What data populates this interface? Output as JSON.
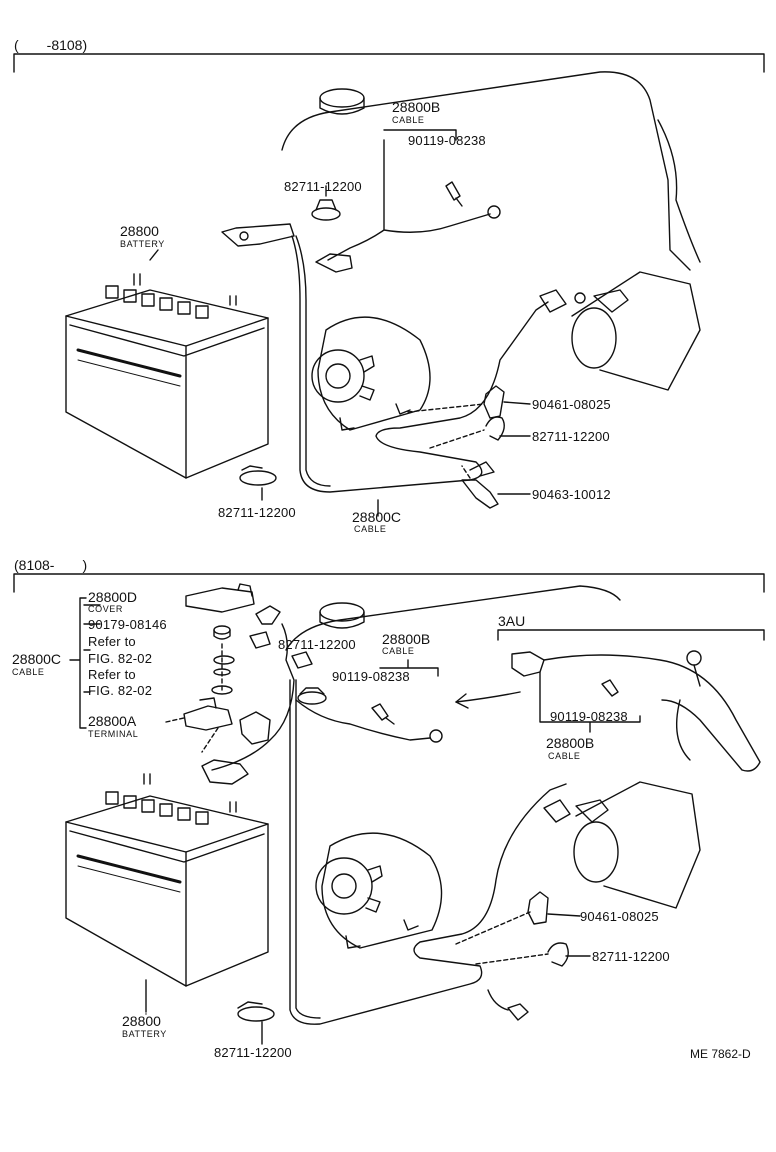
{
  "sections": {
    "top": {
      "range": "(　　-8108)"
    },
    "bottom": {
      "range": "(8108-　　)",
      "variant": "3AU"
    }
  },
  "top": {
    "battery": {
      "pn": "28800",
      "name": "BATTERY"
    },
    "cable_b": {
      "pn": "28800B",
      "name": "CABLE"
    },
    "bolt": "90119-08238",
    "clamp_top": "82711-12200",
    "clamp_r1": "90461-08025",
    "clamp_r2": "82711-12200",
    "clamp_r3": "90463-10012",
    "clamp_bottom": "82711-12200",
    "cable_c": {
      "pn": "28800C",
      "name": "CABLE"
    }
  },
  "bottom": {
    "cover": {
      "pn": "28800D",
      "name": "COVER"
    },
    "nut": "90179-08146",
    "refer1": "Refer to",
    "fig1": "FIG. 82-02",
    "refer2": "Refer to",
    "fig2": "FIG. 82-02",
    "terminal": {
      "pn": "28800A",
      "name": "TERMINAL"
    },
    "cable_c": {
      "pn": "28800C",
      "name": "CABLE"
    },
    "clamp_top": "82711-12200",
    "cable_b": {
      "pn": "28800B",
      "name": "CABLE"
    },
    "bolt": "90119-08238",
    "bolt_3au": "90119-08238",
    "cable_b_3au": {
      "pn": "28800B",
      "name": "CABLE"
    },
    "clamp_r1": "90461-08025",
    "clamp_r2": "82711-12200",
    "battery": {
      "pn": "28800",
      "name": "BATTERY"
    },
    "clamp_bottom": "82711-12200"
  },
  "drawing_code": "ME 7862-D"
}
